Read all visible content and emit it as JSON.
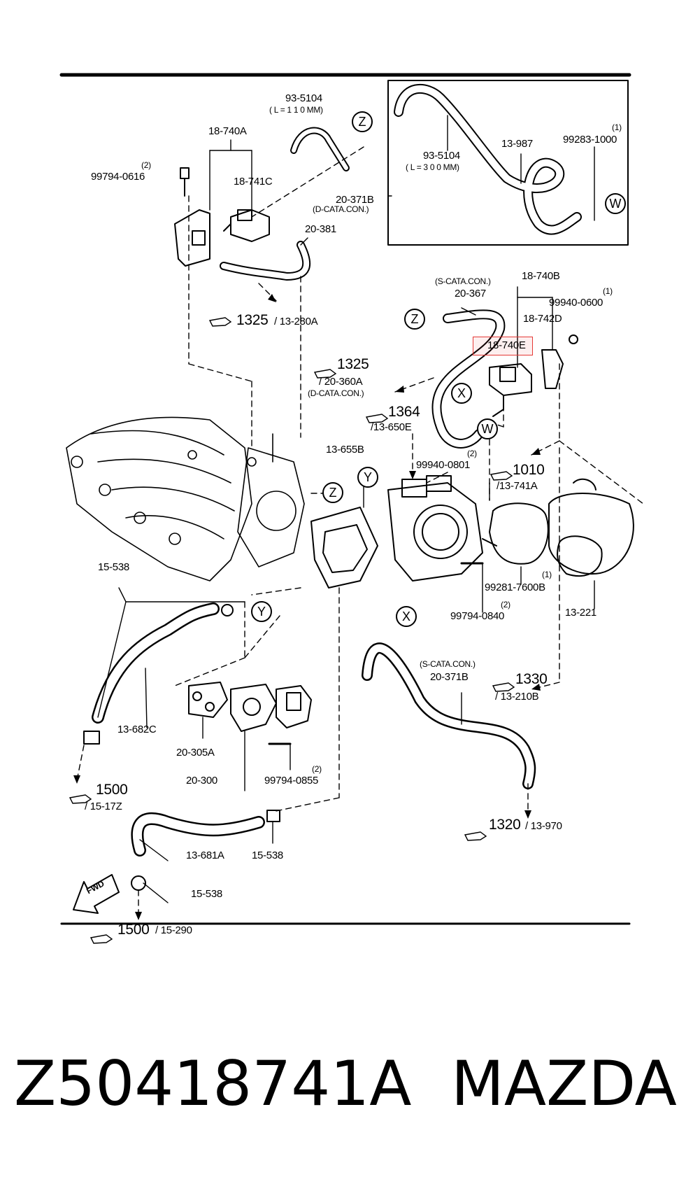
{
  "labels": {
    "l_93_5104_top": "93-5104",
    "l_len110": "( L = 1 1 0 MM)",
    "l_18_740a": "18-740A",
    "l_99794_0616": "99794-0616",
    "l_qty2_a": "(2)",
    "l_18_741c": "18-741C",
    "l_20_381": "20-381",
    "l_1325_a": "1325",
    "l_13_280a": "/ 13-280A",
    "l_93_5104_box": "93-5104",
    "l_len300": "( L = 3 0 0 MM)",
    "l_13_987": "13-987",
    "l_99283_1000": "99283-1000",
    "l_qty1_a": "(1)",
    "l_20_371b_top": "20-371B",
    "l_dcata_a": "(D-CATA.CON.)",
    "l_scata_a": "(S-CATA.CON.)",
    "l_20_367": "20-367",
    "l_18_740b": "18-740B",
    "l_99940_0600": "99940-0600",
    "l_qty1_b": "(1)",
    "l_18_742d": "18-742D",
    "l_18_740e": "18-740E",
    "l_1325_b": "1325",
    "l_20_360a": "/ 20-360A",
    "l_dcata_b": "(D-CATA.CON.)",
    "l_1364": "1364",
    "l_13_650e": "/13-650E",
    "l_13_655b": "13-655B",
    "l_99940_0801": "99940-0801",
    "l_qty2_b": "(2)",
    "l_1010": "1010",
    "l_13_741a": "/13-741A",
    "l_99281_7600b": "99281-7600B",
    "l_qty1_c": "(1)",
    "l_99794_0840": "99794-0840",
    "l_qty2_c": "(2)",
    "l_13_221": "13-221",
    "l_15_538_a": "15-538",
    "l_13_682c": "13-682C",
    "l_20_305a": "20-305A",
    "l_20_300": "20-300",
    "l_99794_0855": "99794-0855",
    "l_qty2_d": "(2)",
    "l_1500_a": "1500",
    "l_15_17z": "/ 15-17Z",
    "l_13_681a": "13-681A",
    "l_15_538_b": "15-538",
    "l_15_538_c": "15-538",
    "l_fwd": "FWD",
    "l_1500_b": "1500",
    "l_15_290": "/ 15-290",
    "l_scata_b": "(S-CATA.CON.)",
    "l_20_371b_bot": "20-371B",
    "l_1330": "1330",
    "l_13_210b": "/ 13-210B",
    "l_1320": "1320",
    "l_13_970": "/ 13-970"
  },
  "connectors": {
    "z_top": "Z",
    "w_top": "W",
    "z_mid": "Z",
    "x_mid": "X",
    "w_mid": "W",
    "y_mid": "Y",
    "z_manifold": "Z",
    "y_left": "Y",
    "x_bottom": "X"
  },
  "footer": {
    "part_number": "Z50418741A",
    "brand": "MAZDA"
  }
}
